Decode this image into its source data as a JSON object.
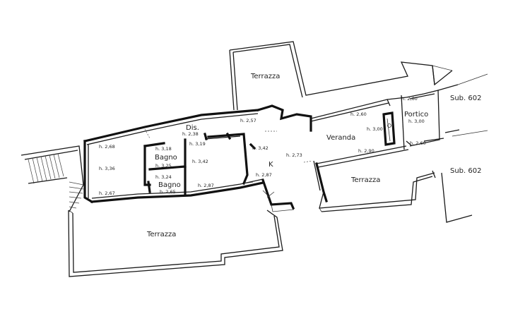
{
  "rooms": {
    "terrazza_top": "Terrazza",
    "terrazza_bottom": "Terrazza",
    "terrazza_right": "Terrazza",
    "dis": "Dis.",
    "bagno_1": "Bagno",
    "bagno_2": "Bagno",
    "k": "K",
    "veranda": "Veranda",
    "portico": "Portico",
    "sub_upper": "Sub. 602",
    "sub_lower": "Sub. 602"
  },
  "heights": {
    "h_257": "h. 2,57",
    "h_238": "h. 2,38",
    "h_268": "h. 2,68",
    "h_318": "h. 3,18",
    "h_319": "h. 3,19",
    "h_342_k": "h. 3,42",
    "h_325": "h. 3,25",
    "h_342_room": "h. 3,42",
    "h_336": "h. 3,36",
    "h_324": "h. 3,24",
    "h_287_k": "h. 2,87",
    "h_267": "h. 2,67",
    "h_265": "h. 2,65",
    "h_287_mid": "h. 2,87",
    "h_273": "h. 2,73",
    "h_260_a": "h. 2,60",
    "h_300_a": "h. 3,00",
    "h_290": "h. 2,90",
    "h_260_b": "h. 2,60",
    "h_300_b": "h. 3,00",
    "h_260_c": "h. 2,60"
  },
  "ink_color": "#1a1a1a",
  "paper_color": "#ffffff"
}
